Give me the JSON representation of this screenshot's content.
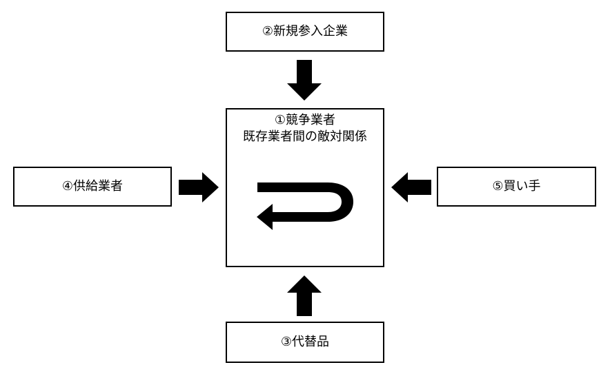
{
  "diagram": {
    "center": {
      "title": "①競争業者",
      "subtitle": "既存業者間の敵対関係"
    },
    "top": {
      "label": "②新規参入企業"
    },
    "bottom": {
      "label": "③代替品"
    },
    "left": {
      "label": "④供給業者"
    },
    "right": {
      "label": "⑤買い手"
    },
    "arrows": [
      {
        "from": "②新規参入企業",
        "to": "①競争業者",
        "icon": "arrow-down-icon"
      },
      {
        "from": "③代替品",
        "to": "①競争業者",
        "icon": "arrow-up-icon"
      },
      {
        "from": "④供給業者",
        "to": "①競争業者",
        "icon": "arrow-right-icon"
      },
      {
        "from": "⑤買い手",
        "to": "①競争業者",
        "icon": "arrow-left-icon"
      }
    ],
    "colors": {
      "line": "#000000",
      "fill": "#ffffff"
    }
  }
}
